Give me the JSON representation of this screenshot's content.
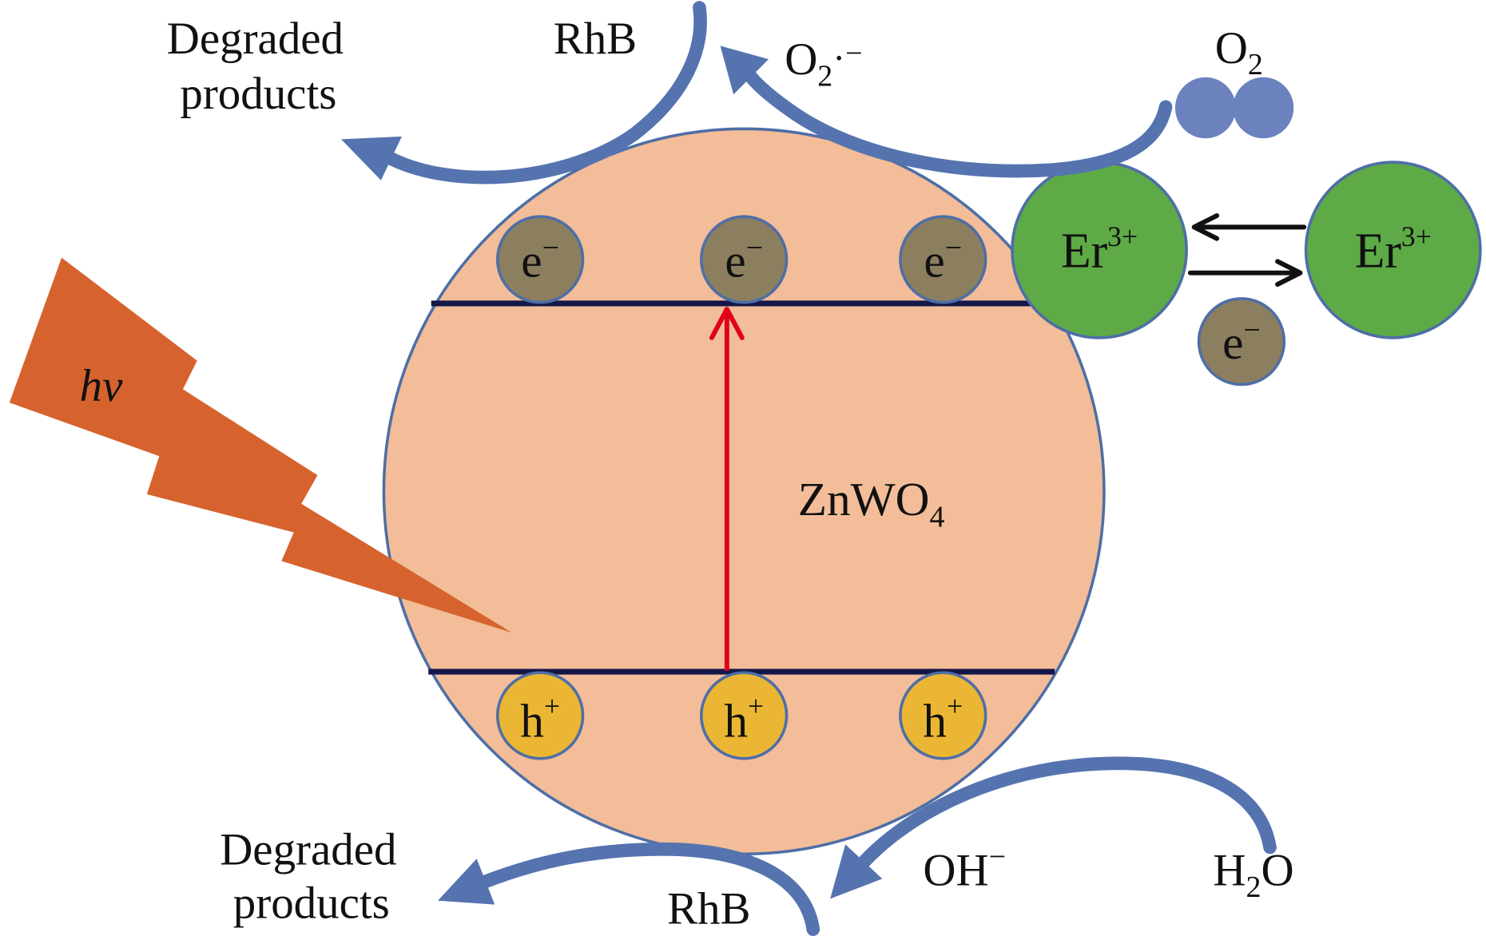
{
  "diagram": {
    "particle": {
      "label": "ZnWO",
      "sub": "4"
    },
    "light": {
      "label": "hv"
    },
    "electrons": [
      {
        "label": "e",
        "sup": "−"
      },
      {
        "label": "e",
        "sup": "−"
      },
      {
        "label": "e",
        "sup": "−"
      }
    ],
    "holes": [
      {
        "label": "h",
        "sup": "+"
      },
      {
        "label": "h",
        "sup": "+"
      },
      {
        "label": "h",
        "sup": "+"
      }
    ],
    "erbium": [
      {
        "label": "Er",
        "sup": "3+"
      },
      {
        "label": "Er",
        "sup": "3+"
      }
    ],
    "transferred_electron": {
      "label": "e",
      "sup": "−"
    },
    "oxygen": {
      "label": "O",
      "sub": "2"
    },
    "superoxide": {
      "label": "O",
      "sub": "2",
      "dot": "·",
      "sup": "−"
    },
    "top": {
      "pollutant": "RhB",
      "products": [
        "Degraded",
        "products"
      ]
    },
    "bottom": {
      "pollutant": "RhB",
      "products": [
        "Degraded",
        "products"
      ],
      "hydroxyl": {
        "label": "OH",
        "sup": "−"
      },
      "water": {
        "label": "H",
        "sub": "2",
        "tail": "O"
      }
    }
  },
  "colors": {
    "particle_fill": "#F2BD98",
    "band_line": "#13174A",
    "electron_fill": "#8C7F5F",
    "hole_fill": "#EBB633",
    "erbium_fill": "#5DAA47",
    "oxygen_fill": "#6B82BE",
    "light_fill": "#D6632E",
    "excitation_arrow": "#E1001A",
    "flow_arrow": "#5573AF"
  }
}
